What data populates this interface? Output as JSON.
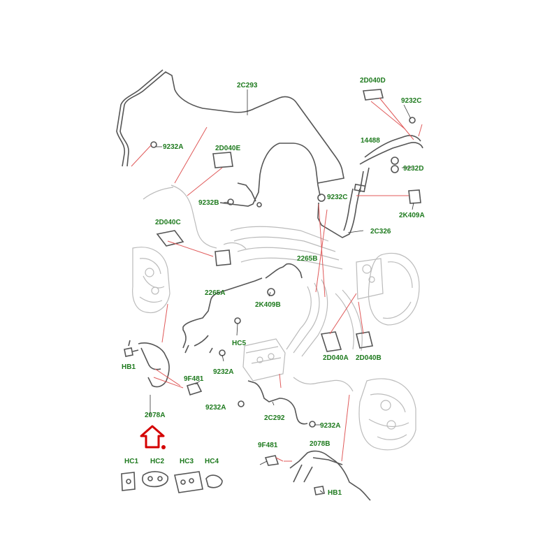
{
  "colors": {
    "label": "#1e7a1e",
    "callout": "#e05a5a",
    "line": "#555555",
    "light": "#bbbbbb",
    "marker": "#d40000"
  },
  "labels": {
    "l_2C293": "2C293",
    "l_2D040D": "2D040D",
    "l_9232C_top": "9232C",
    "l_14488": "14488",
    "l_9232D": "9232D",
    "l_9232A_top": "9232A",
    "l_2D040E": "2D040E",
    "l_9232C_mid": "9232C",
    "l_2K409A": "2K409A",
    "l_9232B": "9232B",
    "l_2C326": "2C326",
    "l_2D040C": "2D040C",
    "l_2265B": "2265B",
    "l_2K409B": "2K409B",
    "l_2265A": "2265A",
    "l_HC5": "HC5",
    "l_2D040A": "2D040A",
    "l_2D040B": "2D040B",
    "l_HB1_left": "HB1",
    "l_9F481_left": "9F481",
    "l_9232A_mid": "9232A",
    "l_2078A": "2078A",
    "l_9232A_low": "9232A",
    "l_2C292": "2C292",
    "l_9232A_right": "9232A",
    "l_9F481_right": "9F481",
    "l_2078B": "2078B",
    "l_HB1_right": "HB1",
    "l_HC1": "HC1",
    "l_HC2": "HC2",
    "l_HC3": "HC3",
    "l_HC4": "HC4"
  }
}
